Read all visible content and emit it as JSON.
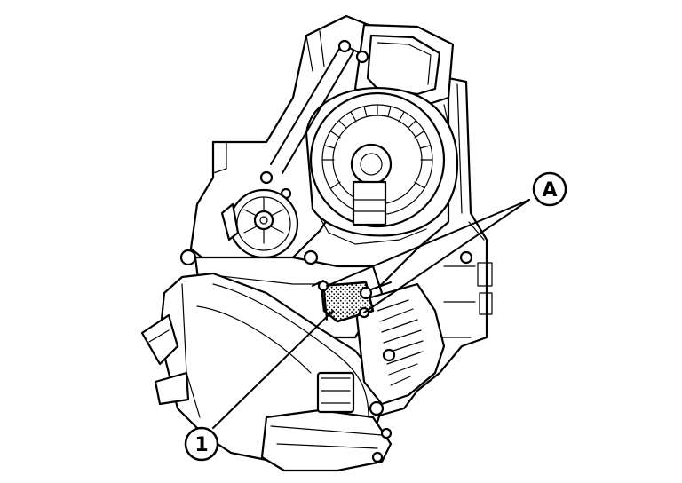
{
  "diagram": {
    "callouts": [
      {
        "id": "callout-a",
        "label": "A"
      },
      {
        "id": "callout-1",
        "label": "1"
      }
    ]
  },
  "colors": {
    "ink": "#000000",
    "paper": "#ffffff"
  }
}
